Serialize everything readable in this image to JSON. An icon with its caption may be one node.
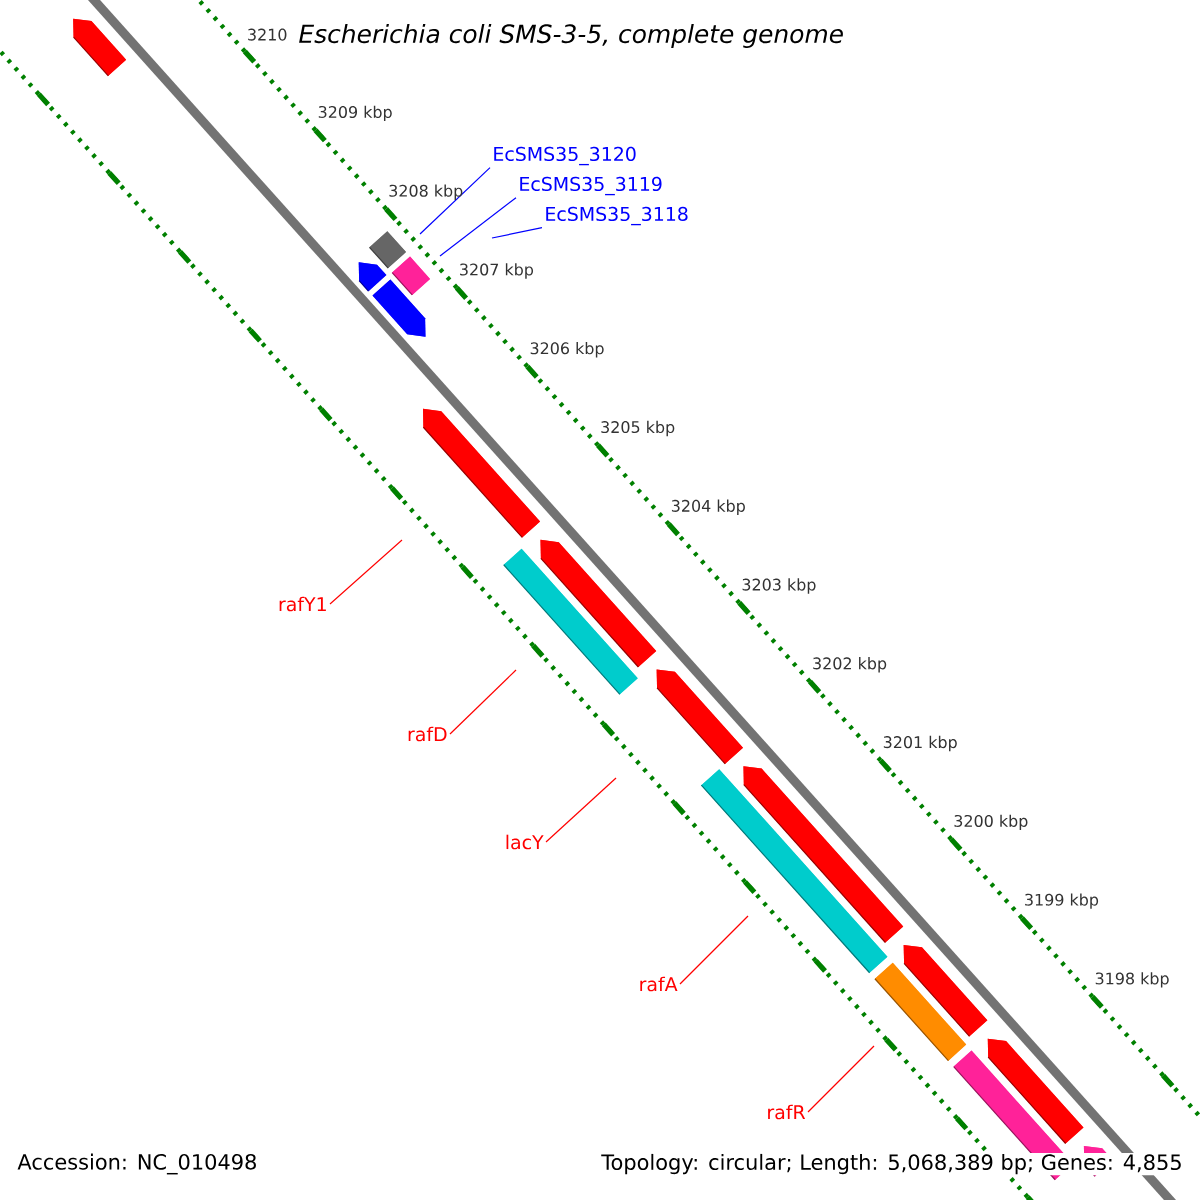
{
  "diagram": {
    "title": "Escherichia coli SMS-3-5, complete genome",
    "nodes": [
      {
        "text": [
          "EcSMS35_3120"
        ]
      },
      {
        "text": [
          "EcSMS35_3119"
        ]
      },
      {
        "text": [
          "EcSMS35_3118"
        ]
      },
      {
        "text": [
          "rafY1"
        ]
      },
      {
        "text": [
          "rafD"
        ]
      },
      {
        "text": [
          "lacY"
        ]
      },
      {
        "text": [
          "rafA"
        ]
      },
      {
        "text": [
          "rafR"
        ]
      }
    ],
    "edges": [
      {
        "from": 0,
        "to": null,
        "arrow": "none",
        "color": "#0000ff"
      },
      {
        "from": 1,
        "to": null,
        "arrow": "none",
        "color": "#0000ff"
      },
      {
        "from": 2,
        "to": null,
        "arrow": "none",
        "color": "#0000ff"
      },
      {
        "from": 3,
        "to": null,
        "arrow": "none"
      },
      {
        "from": 4,
        "to": null,
        "arrow": "none"
      },
      {
        "from": 5,
        "to": null,
        "arrow": "none"
      },
      {
        "from": 6,
        "to": null,
        "arrow": "none"
      },
      {
        "from": 7,
        "to": null,
        "arrow": "none"
      }
    ],
    "labels": [
      "3210",
      "3209 kbp",
      "3208 kbp",
      "3207 kbp",
      "3206 kbp",
      "3205 kbp",
      "3204 kbp",
      "3203 kbp",
      "3202 kbp",
      "3201 kbp",
      "3200 kbp",
      "3199 kbp",
      "3198 kbp",
      "Accession: NC_010498",
      "Topology: circular; Length: 5,068,389 bp; Genes: 4,855"
    ]
  }
}
